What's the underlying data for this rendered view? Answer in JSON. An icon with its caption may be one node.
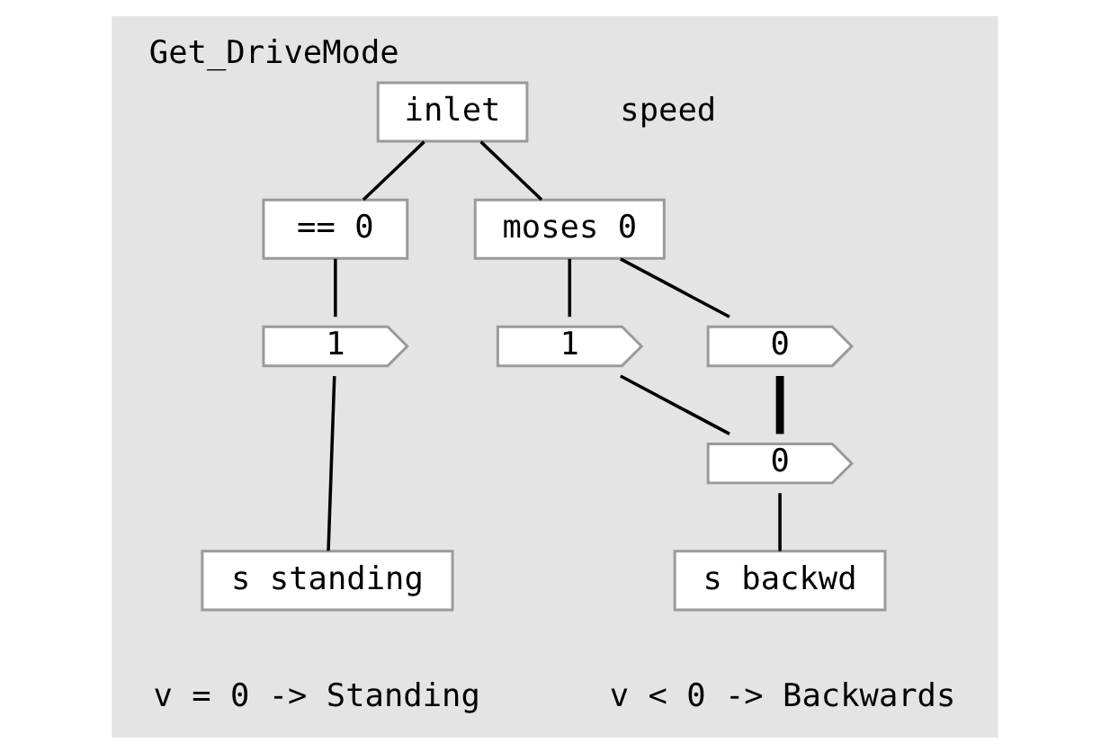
{
  "diagram": {
    "title": "Get_DriveMode",
    "nodes": [
      {
        "text": [
          "inlet"
        ],
        "beside": [
          "speed"
        ]
      },
      {
        "text": [
          "== 0"
        ]
      },
      {
        "text": [
          "1"
        ]
      },
      {
        "text": [
          "s standing"
        ]
      },
      {
        "text": [
          "moses 0"
        ]
      },
      {
        "text": [
          "1"
        ]
      },
      {
        "text": [
          "0"
        ]
      },
      {
        "text": [
          "0"
        ]
      },
      {
        "text": [
          "s backwd"
        ]
      }
    ],
    "edges": [
      {
        "from": 0,
        "to": 1,
        "arrow": "none"
      },
      {
        "from": 0,
        "to": 4,
        "arrow": "none"
      },
      {
        "from": 1,
        "to": 2,
        "arrow": "none"
      },
      {
        "from": 2,
        "to": 3,
        "arrow": "none"
      },
      {
        "from": 4,
        "to": 5,
        "arrow": "none"
      },
      {
        "from": 4,
        "to": 6,
        "arrow": "none"
      },
      {
        "from": 5,
        "to": 7,
        "arrow": "none"
      },
      {
        "from": 6,
        "to": 7,
        "arrow": "none",
        "style": "thick"
      },
      {
        "from": 7,
        "to": 8,
        "arrow": "none"
      }
    ],
    "labels": [
      "v = 0 -> Standing",
      "v < 0 -> Backwards"
    ]
  }
}
